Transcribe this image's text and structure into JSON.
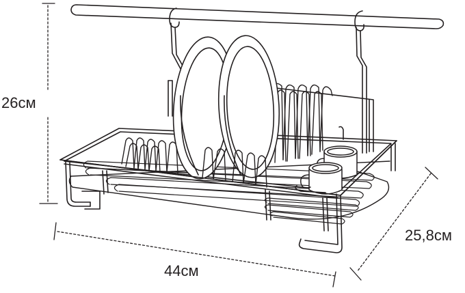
{
  "dimensions": {
    "height": "26см",
    "width": "44см",
    "depth": "25,8см"
  },
  "colors": {
    "line": "#231f20",
    "fill": "#ffffff"
  }
}
